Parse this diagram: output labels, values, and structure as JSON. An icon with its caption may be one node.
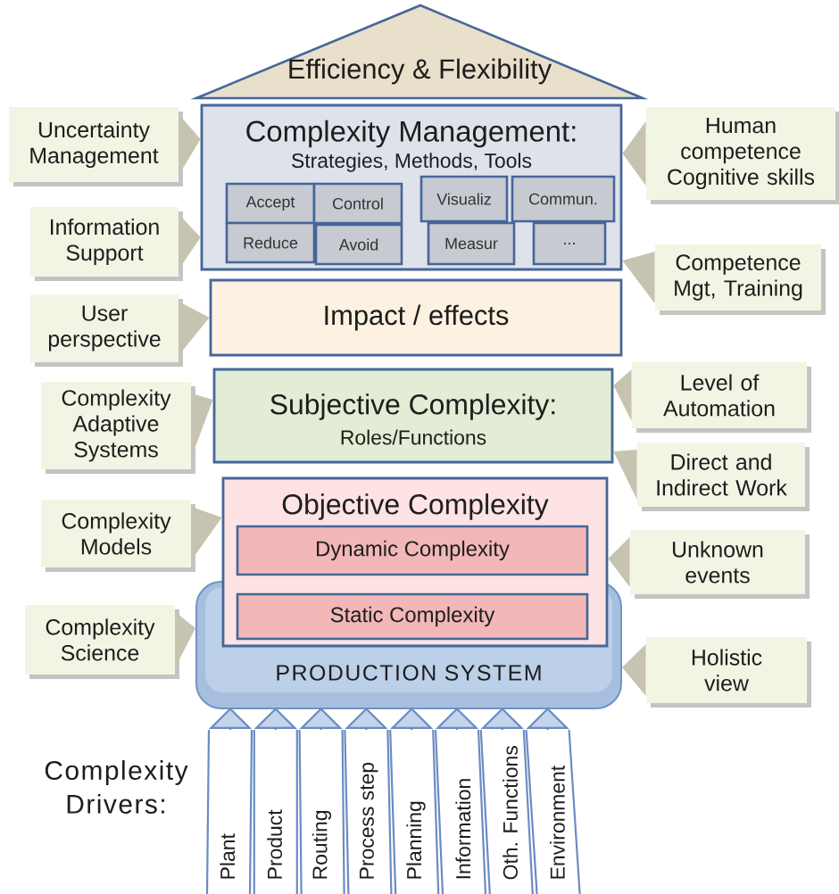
{
  "diagram": {
    "nodes": [
      {
        "text": [
          "Efficiency & Flexibility"
        ]
      },
      {
        "text": [
          "Uncertainty Management"
        ]
      },
      {
        "text": [
          "Complexity Management:",
          "Strategies, Methods, Tools"
        ]
      },
      {
        "text": [
          "Accept"
        ],
        "in": 2
      },
      {
        "text": [
          "Control"
        ],
        "in": 2
      },
      {
        "text": [
          "Visualiz"
        ],
        "in": 2
      },
      {
        "text": [
          "Commun."
        ],
        "in": 2
      },
      {
        "text": [
          "Reduce"
        ],
        "in": 2
      },
      {
        "text": [
          "Avoid"
        ],
        "in": 2
      },
      {
        "text": [
          "Measur"
        ],
        "in": 2
      },
      {
        "text": [
          "..."
        ],
        "in": 2
      },
      {
        "text": [
          "Human competence Cognitive skills"
        ]
      },
      {
        "text": [
          "Information Support"
        ]
      },
      {
        "text": [
          "Competence Mgt, Training"
        ]
      },
      {
        "text": [
          "User perspective"
        ]
      },
      {
        "text": [
          "Impact / effects"
        ]
      },
      {
        "text": [
          "Complexity Adaptive Systems"
        ]
      },
      {
        "text": [
          "Subjective Complexity:",
          "Roles/Functions"
        ]
      },
      {
        "text": [
          "Level of Automation"
        ]
      },
      {
        "text": [
          "Direct and Indirect Work"
        ]
      },
      {
        "text": [
          "Complexity Models"
        ]
      },
      {
        "text": [
          "Objective Complexity"
        ]
      },
      {
        "text": [
          "Dynamic Complexity"
        ],
        "in": 21
      },
      {
        "text": [
          "Unknown events"
        ]
      },
      {
        "text": [
          "Complexity Science"
        ]
      },
      {
        "text": [
          "Static Complexity"
        ]
      },
      {
        "text": [
          "PRODUCTION SYSTEM"
        ]
      },
      {
        "text": [
          "Holistic view"
        ]
      }
    ],
    "edges": [
      {
        "from": 1,
        "to": 2,
        "arrow": "to"
      },
      {
        "from": 11,
        "to": 2,
        "arrow": "to"
      },
      {
        "from": 12,
        "to": 2,
        "arrow": "to"
      },
      {
        "from": 13,
        "to": 2,
        "arrow": "to"
      },
      {
        "from": 14,
        "to": 15,
        "arrow": "to"
      },
      {
        "from": 16,
        "to": 17,
        "arrow": "to"
      },
      {
        "from": 18,
        "to": 17,
        "arrow": "to"
      },
      {
        "from": 19,
        "to": 17,
        "arrow": "to"
      },
      {
        "from": 20,
        "to": 21,
        "arrow": "to"
      },
      {
        "from": 23,
        "to": 21,
        "arrow": "to"
      },
      {
        "from": 24,
        "to": 26,
        "arrow": "to"
      },
      {
        "from": 27,
        "to": 26,
        "arrow": "to"
      },
      {
        "from": null,
        "to": 26,
        "arrow": "to",
        "label": "Plant"
      },
      {
        "from": null,
        "to": 26,
        "arrow": "to",
        "label": "Product"
      },
      {
        "from": null,
        "to": 26,
        "arrow": "to",
        "label": "Routing"
      },
      {
        "from": null,
        "to": 26,
        "arrow": "to",
        "label": "Process step"
      },
      {
        "from": null,
        "to": 26,
        "arrow": "to",
        "label": "Planning"
      },
      {
        "from": null,
        "to": 26,
        "arrow": "to",
        "label": "Information"
      },
      {
        "from": null,
        "to": 26,
        "arrow": "to",
        "label": "Oth. Functions"
      },
      {
        "from": null,
        "to": 26,
        "arrow": "to",
        "label": "Environment"
      }
    ],
    "labels": [
      "Complexity Drivers:"
    ]
  }
}
